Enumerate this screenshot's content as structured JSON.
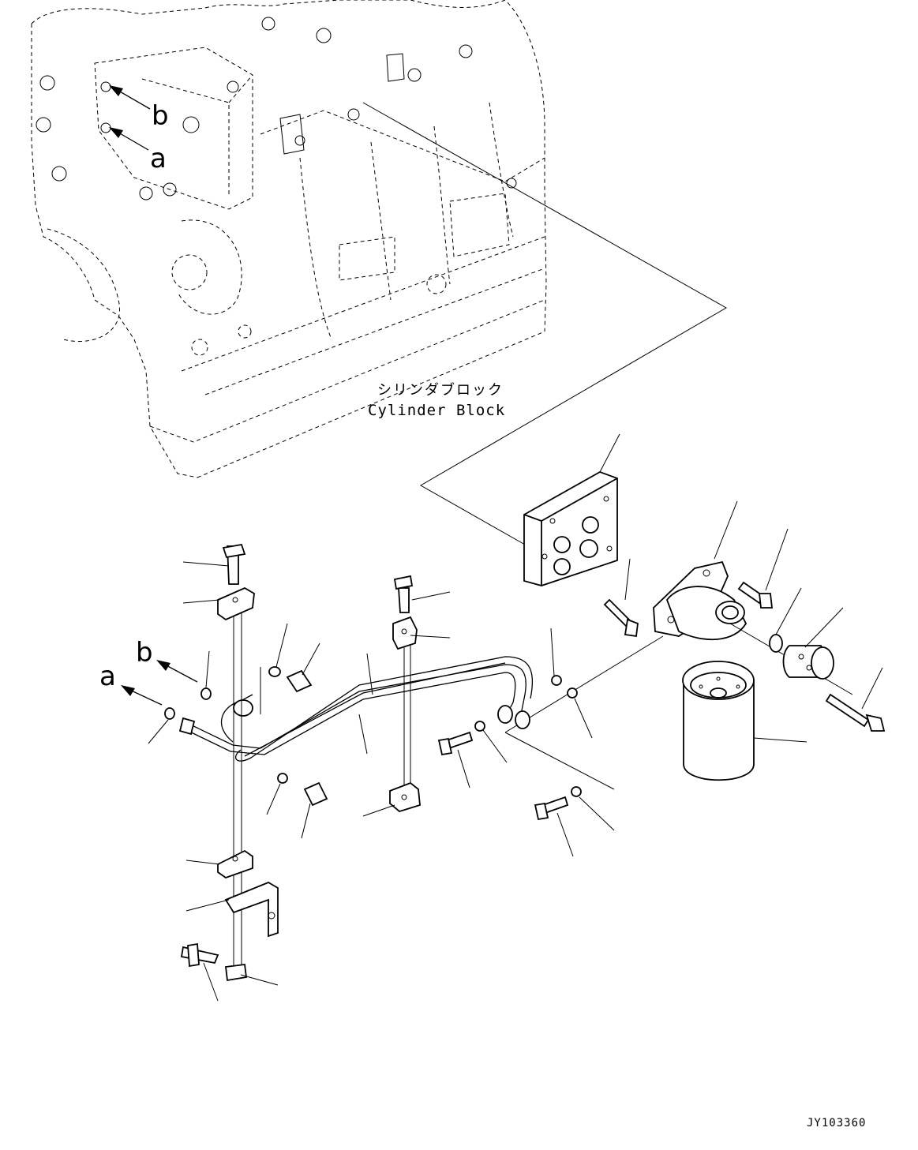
{
  "labels": {
    "cylinder_block_jp": "シリンダブロック",
    "cylinder_block_en": "Cylinder Block",
    "port_a_upper": "a",
    "port_b_upper": "b",
    "port_a_lower": "a",
    "port_b_lower": "b",
    "drawing_id": "JY103360"
  }
}
